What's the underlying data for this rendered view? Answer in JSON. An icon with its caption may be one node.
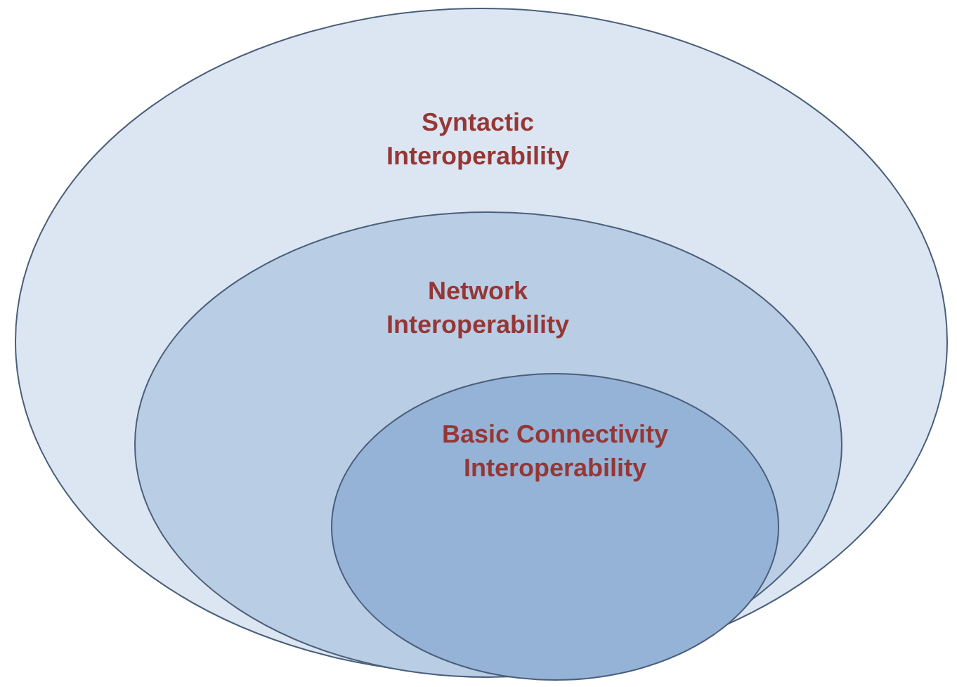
{
  "diagram": {
    "nodes": [
      {
        "text": [
          "Syntactic Interoperability"
        ]
      },
      {
        "text": [
          "Network Interoperability"
        ],
        "in": 0
      },
      {
        "text": [
          "Basic Connectivity Interoperability"
        ],
        "in": 1
      }
    ]
  }
}
